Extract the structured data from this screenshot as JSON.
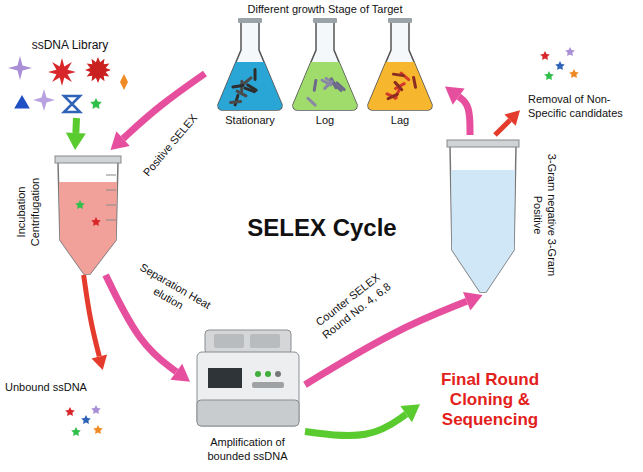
{
  "diagram": {
    "title": "SELEX Cycle",
    "nodes": [
      {
        "text": [
          "Different growth Stage of Target"
        ]
      },
      {
        "text": [
          "Stationary"
        ],
        "in": 0
      },
      {
        "text": [
          "Log"
        ],
        "in": 0
      },
      {
        "text": [
          "Lag"
        ],
        "in": 0
      },
      {
        "text": [
          "ssDNA Library"
        ]
      },
      {
        "text": [
          "Incubation Centrifugation"
        ]
      },
      {
        "text": [
          "Amplification of bounded ssDNA"
        ]
      },
      {
        "text": [
          "3-Gram negative 3-Gram Positive"
        ]
      },
      {
        "text": [
          "Final Round Cloning & Sequencing"
        ]
      },
      {
        "text": [
          "Unbound ssDNA"
        ]
      },
      {
        "text": [
          "Removal of Non-Specific candidates"
        ]
      }
    ],
    "edges": [
      {
        "from": 4,
        "to": 5,
        "arrow": "to"
      },
      {
        "from": 0,
        "to": 5,
        "label": "Positive SELEX",
        "arrow": "to"
      },
      {
        "from": 5,
        "to": 6,
        "label": "Separation Heat elution",
        "arrow": "to"
      },
      {
        "from": 5,
        "to": 9,
        "arrow": "to"
      },
      {
        "from": 6,
        "to": 7,
        "label": "Counter SELEX Round No. 4, 6,8",
        "arrow": "to"
      },
      {
        "from": 6,
        "to": 8,
        "arrow": "to"
      },
      {
        "from": 7,
        "to": 0,
        "arrow": "to"
      },
      {
        "from": 7,
        "to": 10,
        "arrow": "to"
      }
    ]
  }
}
